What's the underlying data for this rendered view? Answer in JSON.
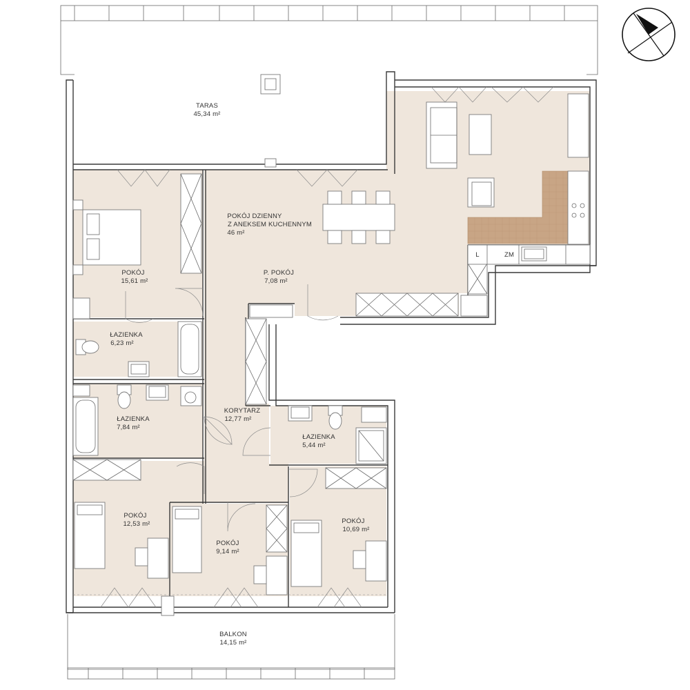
{
  "colors": {
    "floor": "#efe6dc",
    "tile": "#c8a585",
    "outdoor": "#ffffff",
    "wall": "#3a3a3a",
    "furniture": "#ffffff"
  },
  "rooms": [
    {
      "id": "taras",
      "name": "TARAS",
      "area": "45,34 m²"
    },
    {
      "id": "pokoj-dzienny",
      "name_line1": "POKÓJ DZIENNY",
      "name_line2": "Z ANEKSEM KUCHENNYM",
      "area": "46 m²"
    },
    {
      "id": "pokoj-1",
      "name": "POKÓJ",
      "area": "15,61 m²"
    },
    {
      "id": "p-pokoj",
      "name": "P. POKÓJ",
      "area": "7,08 m²"
    },
    {
      "id": "lazienka-1",
      "name": "ŁAZIENKA",
      "area": "6,23 m²"
    },
    {
      "id": "lazienka-2",
      "name": "ŁAZIENKA",
      "area": "7,84 m²"
    },
    {
      "id": "korytarz",
      "name": "KORYTARZ",
      "area": "12,77 m²"
    },
    {
      "id": "lazienka-3",
      "name": "ŁAZIENKA",
      "area": "5,44 m²"
    },
    {
      "id": "pokoj-2",
      "name": "POKÓJ",
      "area": "12,53 m²"
    },
    {
      "id": "pokoj-3",
      "name": "POKÓJ",
      "area": "9,14 m²"
    },
    {
      "id": "pokoj-4",
      "name": "POKÓJ",
      "area": "10,69 m²"
    },
    {
      "id": "balkon",
      "name": "BALKON",
      "area": "14,15 m²"
    }
  ],
  "kitchen_labels": {
    "fridge": "L",
    "freezer": "ZM"
  },
  "icons": {
    "compass": "north-arrow-icon"
  }
}
